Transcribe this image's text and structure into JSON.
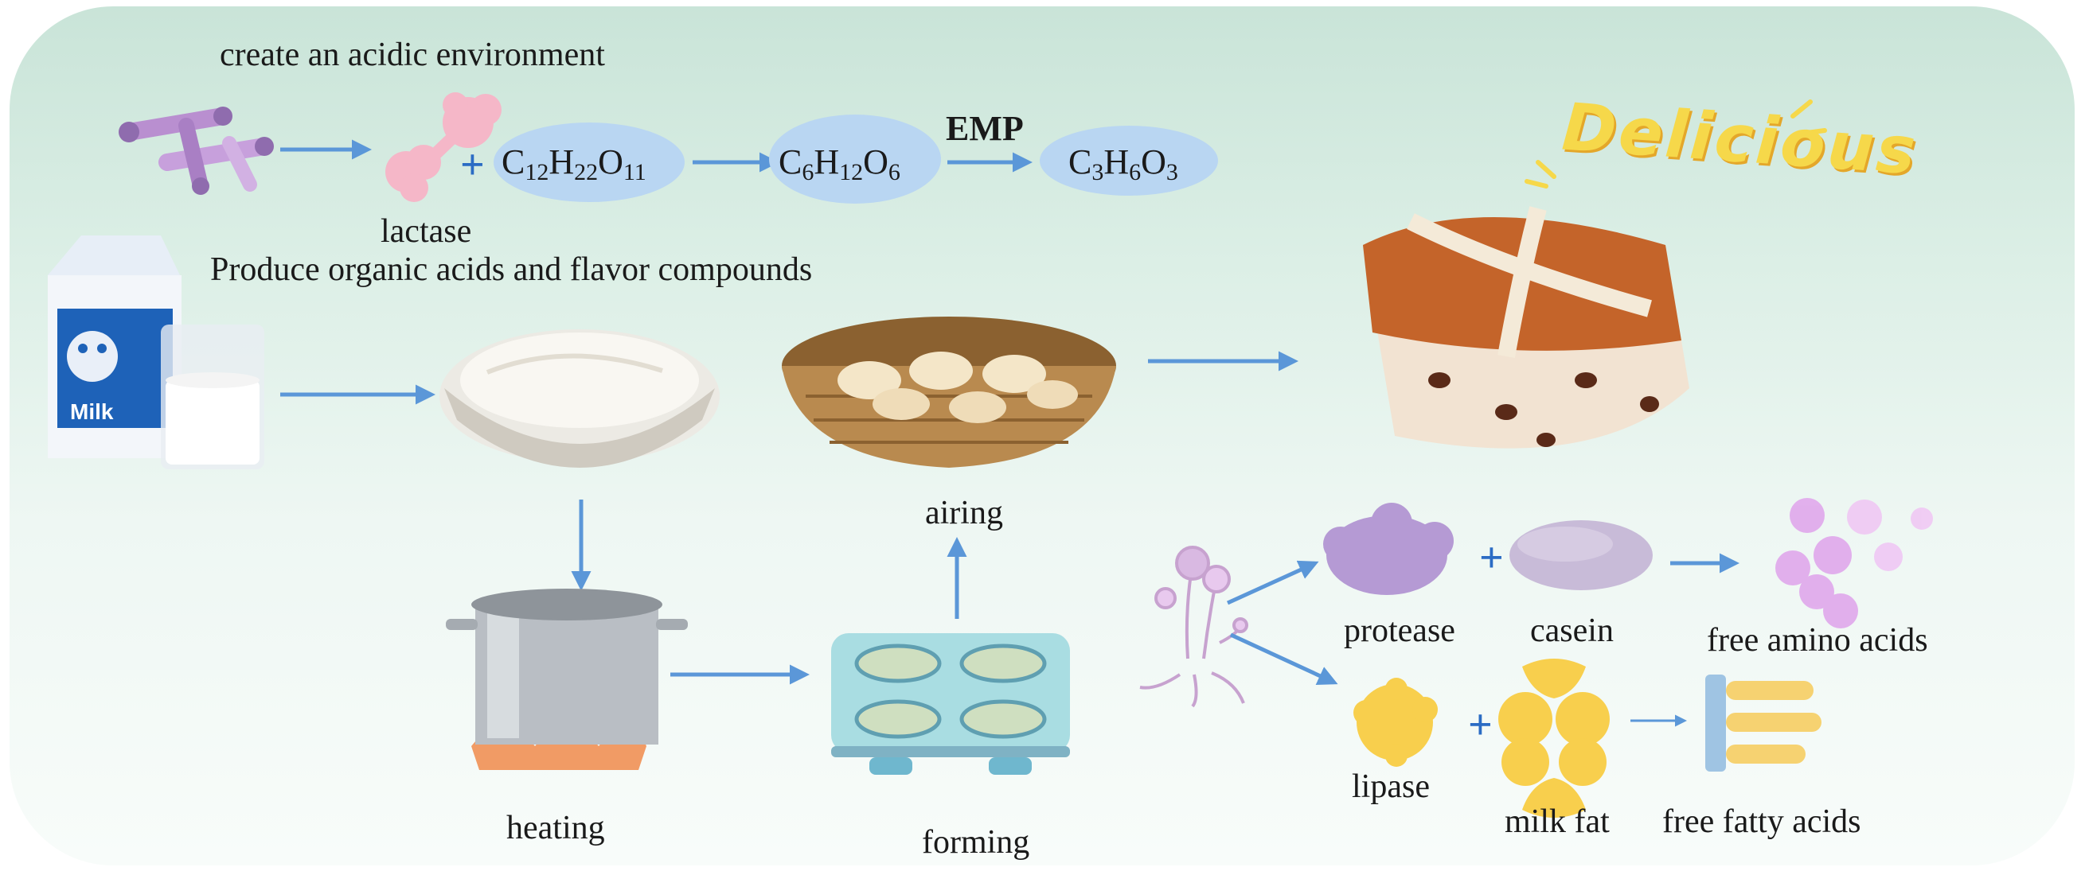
{
  "labels": {
    "acidic": "create an acidic environment",
    "lactase": "lactase",
    "organic": "Produce organic acids and flavor compounds",
    "emp": "EMP",
    "airing": "airing",
    "heating": "heating",
    "forming": "forming",
    "protease": "protease",
    "casein": "casein",
    "free_amino": "free amino acids",
    "lipase": "lipase",
    "milk_fat": "milk fat",
    "free_fatty": "free fatty acids",
    "delicious": "Delicious",
    "milk_carton_text": "Milk"
  },
  "formulas": {
    "lactose": [
      {
        "t": "C"
      },
      {
        "s": "12"
      },
      {
        "t": "H"
      },
      {
        "s": "22"
      },
      {
        "t": "O"
      },
      {
        "s": "11"
      }
    ],
    "glucose": [
      {
        "t": "C"
      },
      {
        "s": "6"
      },
      {
        "t": "H"
      },
      {
        "s": "12"
      },
      {
        "t": "O"
      },
      {
        "s": "6"
      }
    ],
    "lactic": [
      {
        "t": "C"
      },
      {
        "s": "3"
      },
      {
        "t": "H"
      },
      {
        "s": "6"
      },
      {
        "t": "O"
      },
      {
        "s": "3"
      }
    ]
  },
  "plus_sign": "+",
  "colors": {
    "arrow": "#5b97d8",
    "ellipse": "#b9d6f2",
    "bacteria": "#c39ad6",
    "lactase": "#f5b7c8",
    "yogurt": "#f7f4ee",
    "basket": "#b98a4f",
    "pot": "#b9bec4",
    "tray": "#a9dde2",
    "protease": "#b59ad4",
    "casein": "#c8bbd8",
    "amino": "#e0a8ec",
    "lipase": "#f8cf4d",
    "fatty": "#f6d271",
    "bun": "#c4642a"
  }
}
